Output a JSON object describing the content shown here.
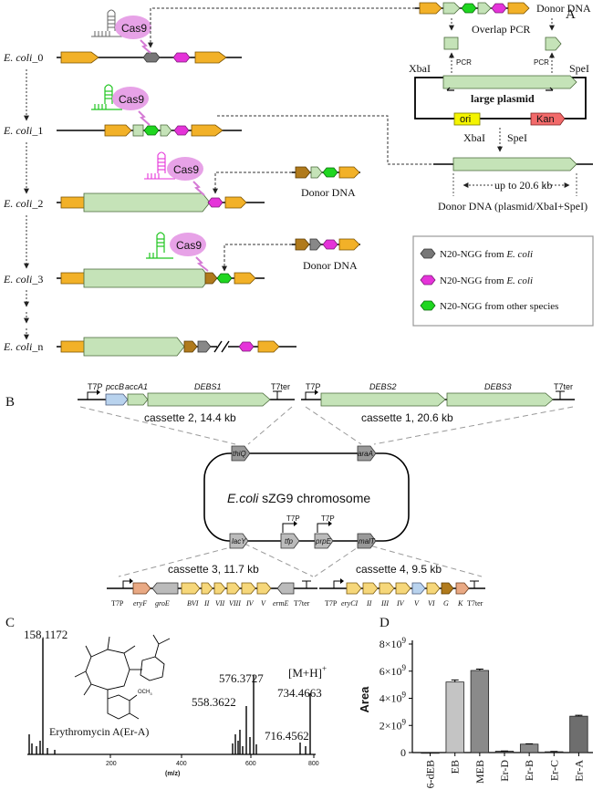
{
  "panels": {
    "a": "A",
    "b": "B",
    "c": "C",
    "d": "D"
  },
  "colors": {
    "orange": "#f2b128",
    "gray_hex": "#777777",
    "magenta": "#e533d9",
    "green": "#1fd620",
    "light_green": "#c5e3b8",
    "cas9": "#e7a2e7",
    "ori_yellow": "#f4f400",
    "kan_red": "#f26a6a",
    "brown": "#b07a1c",
    "blue_gene": "#b9d3ee",
    "tan_gene": "#e9a984",
    "gene_yellow": "#f6d77a"
  },
  "panel_a": {
    "cas9_label": "Cas9",
    "strains": [
      {
        "italic": "E. coli",
        "suffix": "_0"
      },
      {
        "italic": "E. coli",
        "suffix": "_1"
      },
      {
        "italic": "E. coli",
        "suffix": "_2"
      },
      {
        "italic": "E. coli",
        "suffix": "_3"
      },
      {
        "italic": "E. coli",
        "suffix": "_n"
      }
    ],
    "donor_dna": "Donor  DNA",
    "overlap_pcr": "Overlap PCR",
    "pcr_left": "PCR",
    "pcr_right": "PCR",
    "xbai": "XbaI",
    "spei": "SpeI",
    "large_plasmid": "large plasmid",
    "ori": "ori",
    "kan": "Kan",
    "xbai_lower": "XbaI",
    "spei_lower": "SpeI",
    "up_to": "up to 20.6 kb",
    "donor_plasmid": "Donor  DNA (plasmid/XbaI+SpeI)",
    "legend": [
      {
        "text": "N20-NGG from ",
        "italic": "E. coli",
        "icon": "gray-hex-icon"
      },
      {
        "text": "N20-NGG from ",
        "italic": "E. coli",
        "icon": "magenta-hex-icon"
      },
      {
        "text": "N20-NGG from other species",
        "italic": "",
        "icon": "green-hex-icon"
      }
    ]
  },
  "panel_b": {
    "t7p": "T7P",
    "t7ter": "T7ter",
    "pccb": "pccB",
    "acca1": "accA1",
    "debs1": "DEBS1",
    "debs2": "DEBS2",
    "debs3": "DEBS3",
    "cassette2": "cassette 2, 14.4 kb",
    "cassette1": "cassette 1, 20.6 kb",
    "cassette3": "cassette 3, 11.7 kb",
    "cassette4": "cassette 4, 9.5 kb",
    "thiq": "thiQ",
    "arac": "araA",
    "lacy": "lacY",
    "tfp": "tfp",
    "prpe": "prpE",
    "malt": "malT",
    "chromosome_italic": "E.coli",
    "chromosome_rest": " sZG9 chromosome",
    "c3_labels": [
      "T7P",
      "eryF",
      "groE",
      "BVI",
      "II",
      "VII",
      "VIII",
      "IV",
      "V",
      "ermE",
      "T7ter"
    ],
    "c4_labels": [
      "T7P",
      "eryCI",
      "II",
      "III",
      "IV",
      "V",
      "VI",
      "G",
      "K",
      "T7ter"
    ]
  },
  "panel_c": {
    "compound": "Erythromycin A(Er-A)",
    "ion": "[M+H]",
    "ion_sup": "+",
    "xlabel": "(m/z)",
    "x_ticks": [
      "200",
      "400",
      "600",
      "800"
    ],
    "peak_labels": [
      "158.1172",
      "576.3727",
      "558.3622",
      "716.4562",
      "734.4663"
    ],
    "ch3_label": "OCH",
    "ch3_sub": "3"
  },
  "chart_data": {
    "type": "bar",
    "title": "",
    "xlabel": "",
    "ylabel": "Area",
    "categories": [
      "6-dEB",
      "EB",
      "MEB",
      "Er-D",
      "Er-B",
      "Er-C",
      "Er-A"
    ],
    "values": [
      0.0,
      5200000000,
      6050000000,
      100000000,
      620000000,
      60000000,
      2680000000
    ],
    "errors": [
      0.0,
      150000000,
      100000000,
      20000000,
      30000000,
      20000000,
      70000000
    ],
    "bar_colors": [
      "#3a3a3a",
      "#c4c4c4",
      "#8a8a8a",
      "#5a5a5a",
      "#8a8a8a",
      "#5a5a5a",
      "#6e6e6e"
    ],
    "ylim": [
      0,
      8000000000
    ],
    "y_ticks": [
      {
        "mant": "0",
        "exp": ""
      },
      {
        "mant": "2×10",
        "exp": "9"
      },
      {
        "mant": "4×10",
        "exp": "9"
      },
      {
        "mant": "6×10",
        "exp": "9"
      },
      {
        "mant": "8×10",
        "exp": "9"
      }
    ],
    "grid": false
  }
}
